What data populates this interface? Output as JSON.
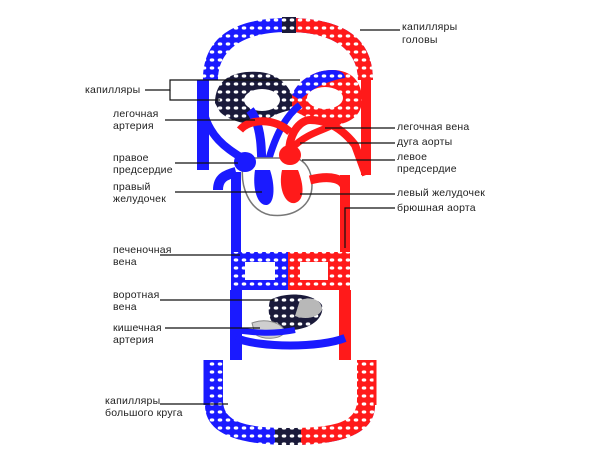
{
  "colors": {
    "arterial": "#ff1a1a",
    "venous": "#1a1aff",
    "mixed": "#1a1a3a",
    "leader": "#111111",
    "organ_gray": "#b8b8b8"
  },
  "labels": {
    "head_capillaries": [
      "капилляры",
      "головы"
    ],
    "lung_capillaries": [
      "капилляры"
    ],
    "pulmonary_artery": [
      "легочная",
      "артерия"
    ],
    "pulmonary_vein": [
      "легочная вена"
    ],
    "aortic_arch": [
      "дуга аорты"
    ],
    "left_atrium": [
      "левое",
      "предсердие"
    ],
    "right_atrium": [
      "правое",
      "предсердие"
    ],
    "right_ventricle": [
      "правый",
      "желудочек"
    ],
    "left_ventricle": [
      "левый желудочек"
    ],
    "abdominal_aorta": [
      "брюшная аорта"
    ],
    "hepatic_vein": [
      "печеночная",
      "вена"
    ],
    "portal_vein": [
      "воротная",
      "вена"
    ],
    "intestinal_artery": [
      "кишечная",
      "артерия"
    ],
    "systemic_capillaries": [
      "капилляры",
      "большого круга"
    ]
  }
}
